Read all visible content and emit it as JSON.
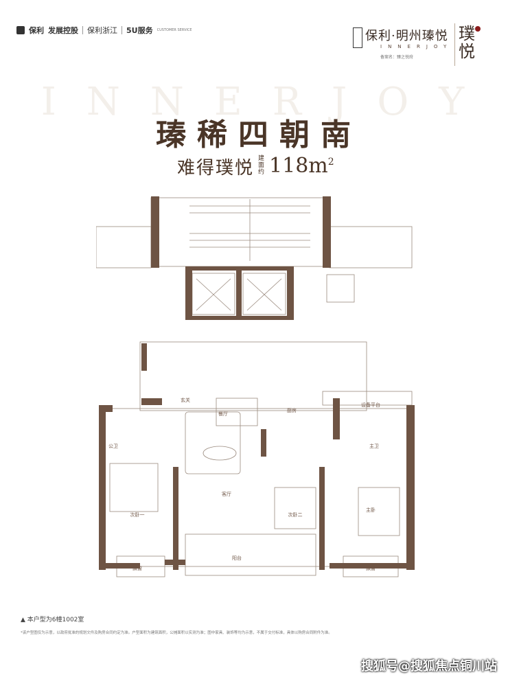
{
  "header": {
    "developer_logo": "保利",
    "developer_name": "发展控股",
    "branch": "保利浙江",
    "service_logo": "5U服务",
    "service_en": "CUSTOMER SERVICE"
  },
  "project": {
    "name": "保利·明州瑧悦",
    "english": "INNERJOY",
    "registered": "备案名：臻之悦府",
    "logo_char": "璞悦"
  },
  "watermark": "INNERJOY",
  "title": "瑧稀四朝南",
  "subtitle": {
    "main": "难得璞悦",
    "small": "建面约",
    "area": "118m",
    "unit_sup": "2"
  },
  "floorplan_labels": {
    "entry": "玄关",
    "dining": "餐厅",
    "kitchen": "厨房",
    "balcony_equipment": "设备平台",
    "public_bath": "公卫",
    "master_bath": "主卫",
    "bedroom1": "次卧一",
    "bedroom2": "次卧二",
    "master_bedroom": "主卧",
    "living": "客厅",
    "bay1": "飘窗",
    "bay2": "飘窗",
    "terrace": "阳台"
  },
  "note": "▲ 本户型为6幢1002室",
  "disclaimer": "*该户型图仅为示意，以政府批准的规划文件及购房合同约定为准。户型面积为建筑面积，公摊面积以实测为准；图中家具、装饰等均为示意，不属于交付标准，具体以购房合同附件为准。",
  "footer": "搜狐号@搜狐焦点铜川站",
  "colors": {
    "wall": "#6e5444",
    "accent": "#8b1c1c",
    "title": "#4a3527"
  }
}
